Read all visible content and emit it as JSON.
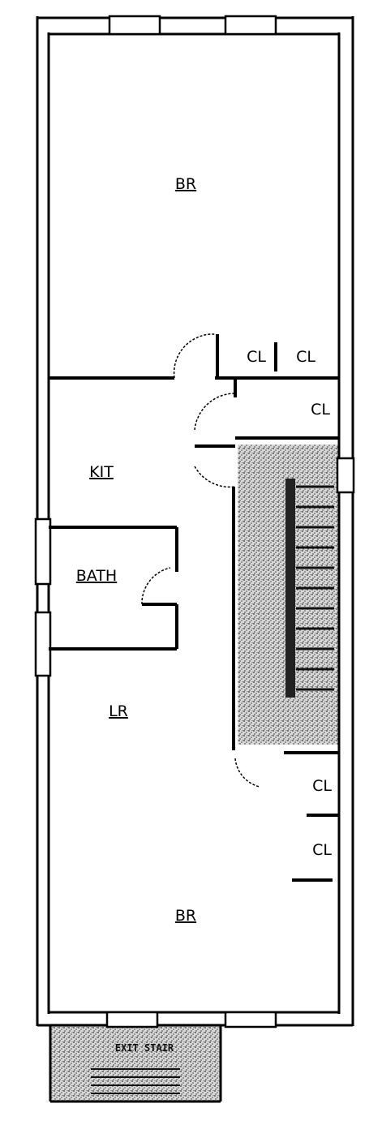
{
  "floor_plan": {
    "rooms": {
      "br_top": "BR",
      "kit": "KIT",
      "bath": "BATH",
      "lr": "LR",
      "br_bottom": "BR"
    },
    "closets": {
      "cl_1": "CL",
      "cl_2": "CL",
      "cl_3": "CL",
      "cl_4": "CL",
      "cl_5": "CL"
    },
    "exit_stair_label": "EXIT STAIR"
  },
  "colors": {
    "wall": "#000000",
    "stipple": "#555555",
    "background": "#ffffff"
  }
}
